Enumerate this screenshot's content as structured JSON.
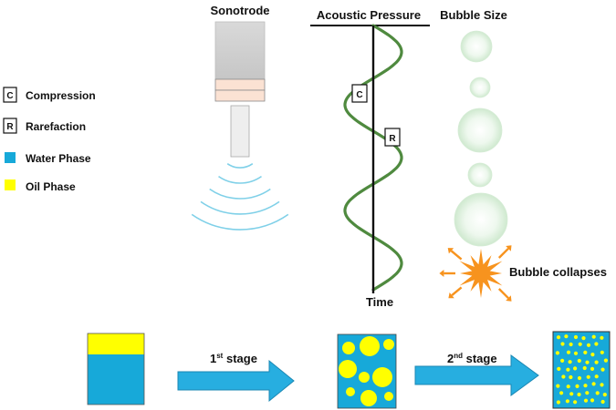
{
  "labels": {
    "sonotrode": "Sonotrode",
    "acoustic_pressure": "Acoustic Pressure",
    "bubble_size": "Bubble Size",
    "time": "Time",
    "bubble_collapses": "Bubble collapses"
  },
  "legend": [
    {
      "kind": "box",
      "symbol": "C",
      "label": "Compression"
    },
    {
      "kind": "box",
      "symbol": "R",
      "label": "Rarefaction"
    },
    {
      "kind": "swatch",
      "color": "#17a9d9",
      "label": "Water Phase"
    },
    {
      "kind": "swatch",
      "color": "#ffff00",
      "label": "Oil Phase"
    }
  ],
  "wave_markers": {
    "c": "C",
    "r": "R"
  },
  "stages": {
    "stage1": {
      "prefix": "1",
      "sup": "st",
      "suffix": " stage"
    },
    "stage2": {
      "prefix": "2",
      "sup": "nd",
      "suffix": "  stage"
    }
  },
  "colors": {
    "water": "#17a9d9",
    "oil": "#ffff00",
    "arrow": "#27aee0",
    "wave": "#4f8a3f",
    "ultrasound_ring": "#7fd0e8",
    "burst": "#f7931e"
  }
}
